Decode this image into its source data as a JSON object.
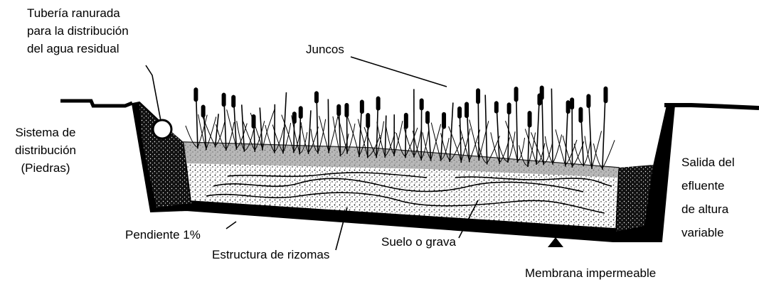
{
  "labels": {
    "pipe": [
      "Tubería ranurada",
      "para la distribución",
      "del agua residual"
    ],
    "reeds": "Juncos",
    "distribution": [
      "Sistema de",
      "distribución",
      "(Piedras)"
    ],
    "outlet": [
      "Salida del",
      "efluente",
      "de altura",
      "variable"
    ],
    "slope": "Pendiente 1%",
    "rhizomes": "Estructura de rizomas",
    "soil": "Suelo o grava",
    "membrane": "Membrana impermeable"
  },
  "colors": {
    "ink": "#000000",
    "background": "#ffffff",
    "fill_speckle": "#cfcfcf"
  }
}
